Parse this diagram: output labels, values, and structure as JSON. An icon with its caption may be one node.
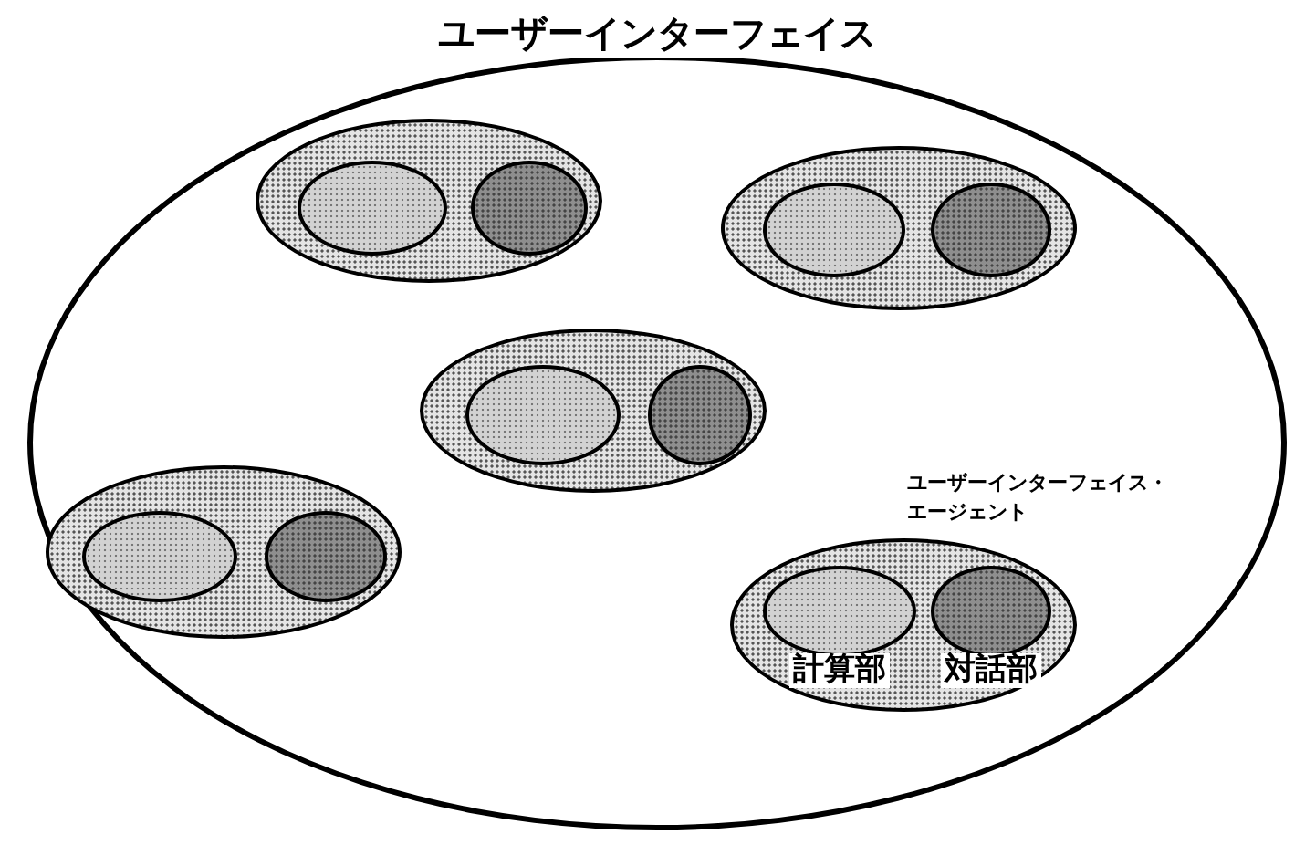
{
  "diagram": {
    "nodes": [
      {
        "text": [
          "ユーザーインターフェイス"
        ]
      },
      {
        "text": [],
        "shape": "ellipse",
        "in": 0
      },
      {
        "text": [],
        "shape": "ellipse",
        "in": 1
      },
      {
        "text": [],
        "shape": "ellipse",
        "in": 1
      },
      {
        "text": [],
        "shape": "ellipse",
        "in": 0
      },
      {
        "text": [],
        "shape": "ellipse",
        "in": 4
      },
      {
        "text": [],
        "shape": "ellipse",
        "in": 4
      },
      {
        "text": [],
        "shape": "ellipse",
        "in": 0
      },
      {
        "text": [],
        "shape": "ellipse",
        "in": 7
      },
      {
        "text": [],
        "shape": "ellipse",
        "in": 7
      },
      {
        "text": [],
        "shape": "ellipse",
        "in": 0
      },
      {
        "text": [],
        "shape": "ellipse",
        "in": 10
      },
      {
        "text": [],
        "shape": "ellipse",
        "in": 10
      },
      {
        "text": [
          "ユーザーインターフェイス・エージェント"
        ],
        "in": 0
      },
      {
        "text": [
          "計算部"
        ],
        "in": 13
      },
      {
        "text": [
          "対話部"
        ],
        "in": 13
      }
    ]
  }
}
